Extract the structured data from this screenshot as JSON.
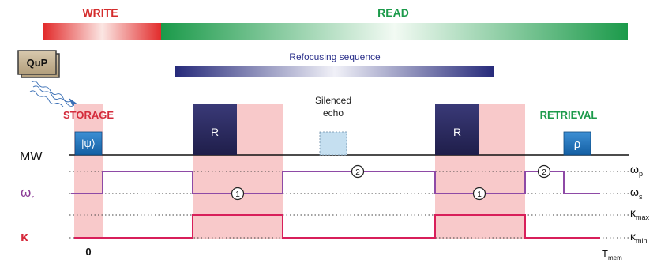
{
  "phases": {
    "write": "WRITE",
    "read": "READ",
    "refocusing": "Refocusing sequence",
    "storage": "STORAGE",
    "retrieval": "RETRIEVAL"
  },
  "device": "QuP",
  "pulses": {
    "input_state": "|ψ⟩",
    "refocus_1": "R",
    "refocus_2": "R",
    "silenced_echo_line1": "Silenced",
    "silenced_echo_line2": "echo",
    "output_state": "ρ"
  },
  "rows": {
    "mw": "MW",
    "omega_r": {
      "sym": "ω",
      "sub": "r"
    },
    "kappa": "κ"
  },
  "levels": {
    "omega_p": {
      "sym": "ω",
      "sub": "p"
    },
    "omega_s": {
      "sym": "ω",
      "sub": "s"
    },
    "kappa_max": {
      "sym": "κ",
      "sub": "max"
    },
    "kappa_min": {
      "sym": "κ",
      "sub": "min"
    }
  },
  "step_labels": [
    "1",
    "2",
    "1",
    "2"
  ],
  "time": {
    "start": "0",
    "end": {
      "sym": "T",
      "sub": "mem"
    }
  },
  "colors": {
    "write": "#e8302e",
    "read": "#1b9a4a",
    "refocus": "#262a7a",
    "highlight": "#f8c9ca",
    "state_box": "#1a6fb8",
    "pulse_box": "#272659",
    "omega_line": "#8e4aa6",
    "kappa_line": "#d81f5a",
    "label_purple": "#8b3a96",
    "label_red": "#d62a3c",
    "silenced_fill": "#c5dff0",
    "device_fill": "#c8b79a"
  }
}
